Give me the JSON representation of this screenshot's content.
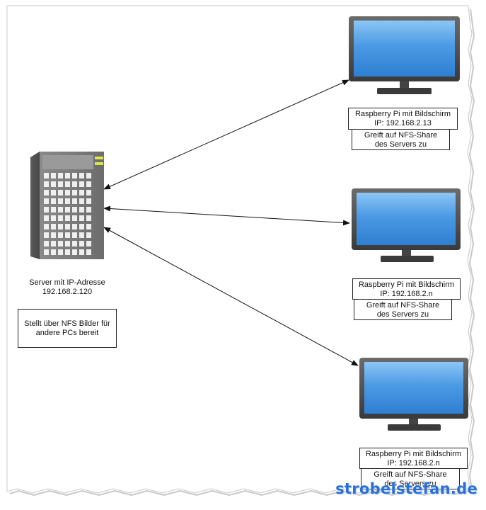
{
  "server": {
    "name_line1": "Server mit IP-Adresse",
    "name_line2": "192.168.2.120",
    "note_line1": "Stellt über NFS Bilder für",
    "note_line2": "andere PCs bereit"
  },
  "clients": [
    {
      "title": "Raspberry Pi mit Bildschirm",
      "ip": "IP: 192.168.2.13",
      "note_line1": "Greift auf NFS-Share",
      "note_line2": "des Servers zu"
    },
    {
      "title": "Raspberry Pi mit Bildschirm",
      "ip": "IP: 192.168.2.n",
      "note_line1": "Greift auf NFS-Share",
      "note_line2": "des Servers zu"
    },
    {
      "title": "Raspberry Pi mit Bildschirm",
      "ip": "IP: 192.168.2.n",
      "note_line1": "Greift auf NFS-Share",
      "note_line2": "des Servers zu"
    }
  ],
  "watermark": "strobelstefan.de",
  "colors": {
    "screen": "#3b8fe0",
    "server_body": "#7a7a7a",
    "server_led": "#d8e84a",
    "watermark": "#2a6fd6"
  }
}
